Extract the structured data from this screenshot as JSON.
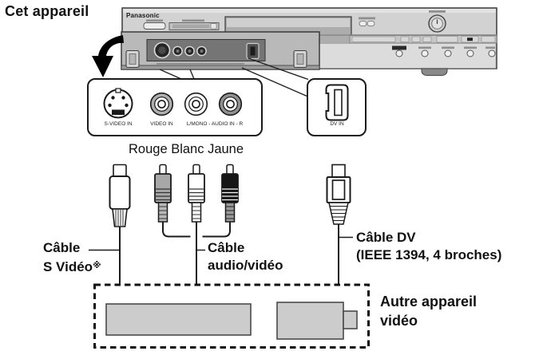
{
  "device": {
    "name_label": "Cet appareil",
    "brand": "Panasonic"
  },
  "callout_panel": {
    "svideo_jack": "S-VIDEO IN",
    "video_jack": "VIDEO IN",
    "audio_jacks": "L/MONO - AUDIO IN - R",
    "dv_jack": "DV IN"
  },
  "plug_colors_note": "Rouge Blanc Jaune",
  "cable_labels": {
    "svideo_line1": "Câble",
    "svideo_line2": "S Vidéo",
    "svideo_ref_mark": "※",
    "av_line1": "Câble",
    "av_line2": "audio/vidéo",
    "dv_line1": "Câble DV",
    "dv_line2": "(IEEE 1394, 4 broches)"
  },
  "other_device": {
    "line1": "Autre appareil",
    "line2": "vidéo"
  },
  "colors": {
    "device_body": "#d2d2d2",
    "flap": "#b9b9b9",
    "recess": "#757575",
    "ring_video": "#aeaeae",
    "ring_mono": "#f7f7f7",
    "ring_r": "#8f8f8f",
    "plug_red": "#a8a8a8",
    "plug_white": "#ffffff",
    "plug_yellow": "#161616",
    "gray_box": "#cccccc",
    "outline": "#1a1a1a"
  }
}
